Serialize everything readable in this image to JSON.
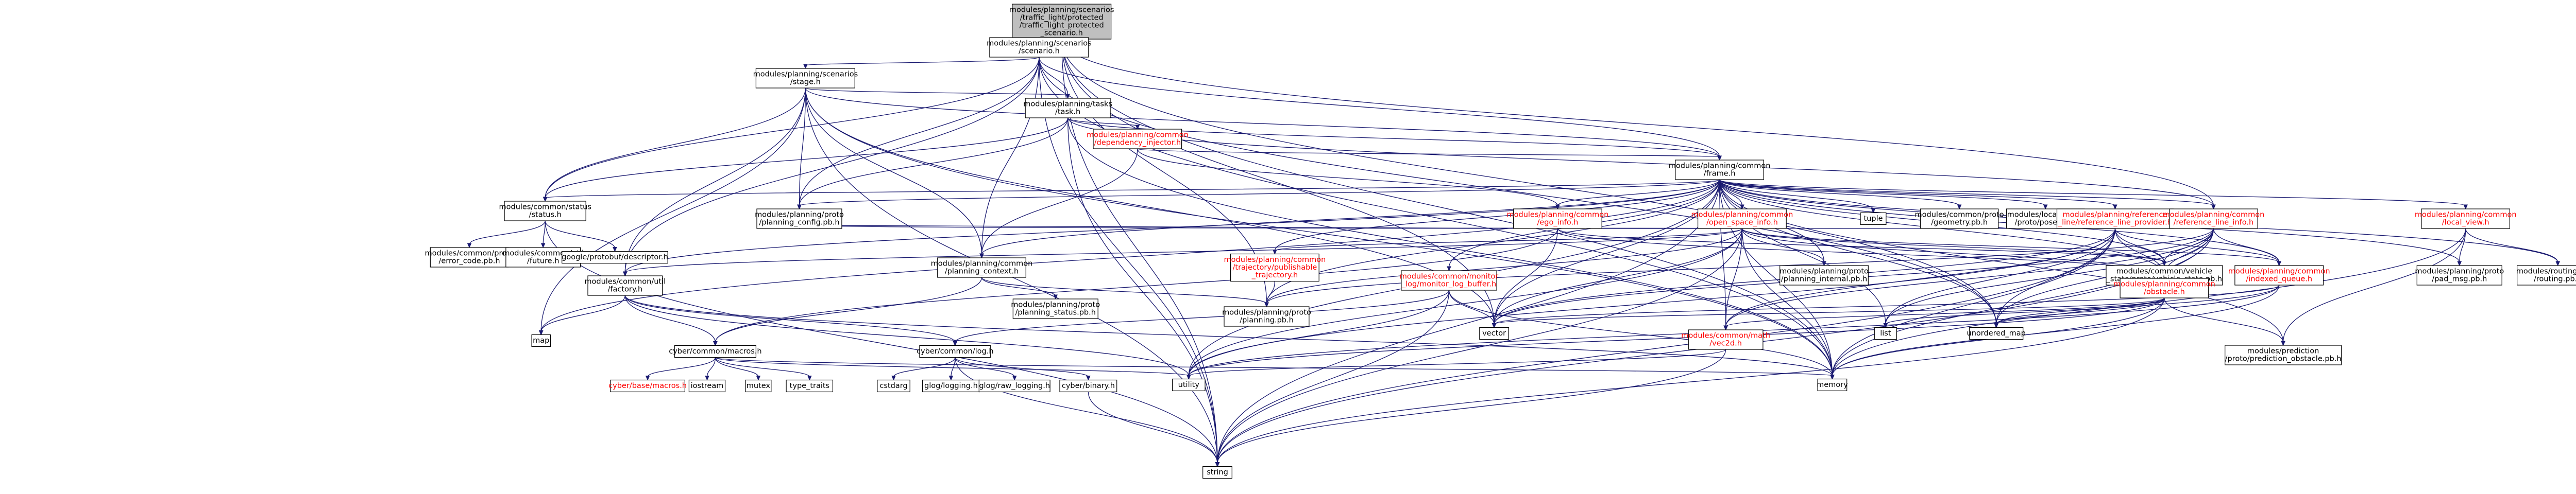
{
  "colors": {
    "edge": "#191970",
    "root_fill": "#bfbfbf",
    "node_fill": "#ffffff",
    "border_black": "#000000",
    "border_red": "#ff0000",
    "border_gray": "#bfbfbf"
  },
  "nodes": [
    {
      "id": "root",
      "style": "root",
      "lines": [
        "modules/planning/scenarios",
        "/traffic_light/protected",
        "/traffic_light_protected",
        "_scenario.h"
      ]
    },
    {
      "id": "scenario",
      "style": "black",
      "lines": [
        "modules/planning/scenarios",
        "/scenario.h"
      ]
    },
    {
      "id": "stage",
      "style": "black",
      "lines": [
        "modules/planning/scenarios",
        "/stage.h"
      ]
    },
    {
      "id": "task",
      "style": "black",
      "lines": [
        "modules/planning/tasks",
        "/task.h"
      ]
    },
    {
      "id": "depinj",
      "style": "red",
      "lines": [
        "modules/planning/common",
        "/dependency_injector.h"
      ]
    },
    {
      "id": "frame",
      "style": "black",
      "lines": [
        "modules/planning/common",
        "/frame.h"
      ]
    },
    {
      "id": "status",
      "style": "black",
      "lines": [
        "modules/common/status",
        "/status.h"
      ]
    },
    {
      "id": "factory",
      "style": "black",
      "lines": [
        "modules/common/util",
        "/factory.h"
      ]
    },
    {
      "id": "errcode",
      "style": "gray",
      "lines": [
        "modules/common/proto",
        "/error_code.pb.h"
      ]
    },
    {
      "id": "future",
      "style": "black",
      "lines": [
        "modules/common/util",
        "/future.h"
      ]
    },
    {
      "id": "gprotobuf",
      "style": "gray",
      "lines": [
        "google/protobuf/descriptor.h"
      ]
    },
    {
      "id": "pconfig",
      "style": "gray",
      "lines": [
        "modules/planning/proto",
        "/planning_config.pb.h"
      ]
    },
    {
      "id": "algo",
      "style": "red",
      "lines": [
        "modules/planning/common",
        "/ego_info.h"
      ]
    },
    {
      "id": "pubtraj",
      "style": "red",
      "lines": [
        "modules/planning/common",
        "/trajectory/publishable",
        "_trajectory.h"
      ]
    },
    {
      "id": "pcontext",
      "style": "black",
      "lines": [
        "modules/planning/common",
        "/planning_context.h"
      ]
    },
    {
      "id": "ospace",
      "style": "red",
      "lines": [
        "modules/planning/common",
        "/open_space_info.h"
      ]
    },
    {
      "id": "monlog",
      "style": "red",
      "lines": [
        "modules/common/monitor",
        "_log/monitor_log_buffer.h"
      ]
    },
    {
      "id": "tuple",
      "style": "gray",
      "lines": [
        "tuple"
      ]
    },
    {
      "id": "geom",
      "style": "gray",
      "lines": [
        "modules/common/proto",
        "/geometry.pb.h"
      ]
    },
    {
      "id": "pose",
      "style": "gray",
      "lines": [
        "modules/localization",
        "/proto/pose.pb.h"
      ]
    },
    {
      "id": "reflineprov",
      "style": "red",
      "lines": [
        "modules/planning/reference",
        "_line/reference_line_provider.h"
      ]
    },
    {
      "id": "reflineinfo",
      "style": "red",
      "lines": [
        "modules/planning/common",
        "/reference_line_info.h"
      ]
    },
    {
      "id": "localview",
      "style": "red",
      "lines": [
        "modules/planning/common",
        "/local_view.h"
      ]
    },
    {
      "id": "pinternal",
      "style": "gray",
      "lines": [
        "modules/planning/proto",
        "/planning_internal.pb.h"
      ]
    },
    {
      "id": "vstate",
      "style": "gray",
      "lines": [
        "modules/common/vehicle",
        "_state/proto/vehicle_state.pb.h"
      ]
    },
    {
      "id": "obstacle",
      "style": "red",
      "lines": [
        "modules/planning/common",
        "/obstacle.h"
      ]
    },
    {
      "id": "idxqueue",
      "style": "red",
      "lines": [
        "modules/planning/common",
        "/indexed_queue.h"
      ]
    },
    {
      "id": "padmsg",
      "style": "gray",
      "lines": [
        "modules/planning/proto",
        "/pad_msg.pb.h"
      ]
    },
    {
      "id": "routing",
      "style": "gray",
      "lines": [
        "modules/routing/proto",
        "/routing.pb.h"
      ]
    },
    {
      "id": "pstatus",
      "style": "gray",
      "lines": [
        "modules/planning/proto",
        "/planning_status.pb.h"
      ]
    },
    {
      "id": "planningpb",
      "style": "gray",
      "lines": [
        "modules/planning/proto",
        "/planning.pb.h"
      ]
    },
    {
      "id": "vec2d",
      "style": "red",
      "lines": [
        "modules/common/math",
        "/vec2d.h"
      ]
    },
    {
      "id": "vector",
      "style": "gray",
      "lines": [
        "vector"
      ]
    },
    {
      "id": "list",
      "style": "gray",
      "lines": [
        "list"
      ]
    },
    {
      "id": "umap",
      "style": "gray",
      "lines": [
        "unordered_map"
      ]
    },
    {
      "id": "predobs",
      "style": "gray",
      "lines": [
        "modules/prediction",
        "/proto/prediction_obstacle.pb.h"
      ]
    },
    {
      "id": "map",
      "style": "gray",
      "lines": [
        "map"
      ]
    },
    {
      "id": "cmacros",
      "style": "black",
      "lines": [
        "cyber/common/macros.h"
      ]
    },
    {
      "id": "clog",
      "style": "black",
      "lines": [
        "cyber/common/log.h"
      ]
    },
    {
      "id": "cbmacros",
      "style": "red",
      "lines": [
        "cyber/base/macros.h"
      ]
    },
    {
      "id": "iostream",
      "style": "gray",
      "lines": [
        "iostream"
      ]
    },
    {
      "id": "mutex",
      "style": "gray",
      "lines": [
        "mutex"
      ]
    },
    {
      "id": "typetraits",
      "style": "gray",
      "lines": [
        "type_traits"
      ]
    },
    {
      "id": "cstdarg",
      "style": "gray",
      "lines": [
        "cstdarg"
      ]
    },
    {
      "id": "glog",
      "style": "gray",
      "lines": [
        "glog/logging.h"
      ]
    },
    {
      "id": "glograw",
      "style": "gray",
      "lines": [
        "glog/raw_logging.h"
      ]
    },
    {
      "id": "cbinary",
      "style": "black",
      "lines": [
        "cyber/binary.h"
      ]
    },
    {
      "id": "utility",
      "style": "gray",
      "lines": [
        "utility"
      ]
    },
    {
      "id": "memory",
      "style": "gray",
      "lines": [
        "memory"
      ]
    },
    {
      "id": "string",
      "style": "gray",
      "lines": [
        "string"
      ]
    }
  ],
  "edges": [
    [
      "root",
      "scenario"
    ],
    [
      "root",
      "string"
    ],
    [
      "root",
      "memory"
    ],
    [
      "root",
      "vector"
    ],
    [
      "root",
      "umap"
    ],
    [
      "root",
      "reflineinfo"
    ],
    [
      "root",
      "planningpb"
    ],
    [
      "scenario",
      "stage"
    ],
    [
      "scenario",
      "task"
    ],
    [
      "scenario",
      "frame"
    ],
    [
      "scenario",
      "status"
    ],
    [
      "scenario",
      "factory"
    ],
    [
      "scenario",
      "pconfig"
    ],
    [
      "scenario",
      "pcontext"
    ],
    [
      "scenario",
      "memory"
    ],
    [
      "scenario",
      "string"
    ],
    [
      "scenario",
      "umap"
    ],
    [
      "stage",
      "task"
    ],
    [
      "stage",
      "frame"
    ],
    [
      "stage",
      "status"
    ],
    [
      "stage",
      "factory"
    ],
    [
      "stage",
      "pconfig"
    ],
    [
      "stage",
      "pcontext"
    ],
    [
      "stage",
      "map"
    ],
    [
      "stage",
      "memory"
    ],
    [
      "stage",
      "string"
    ],
    [
      "stage",
      "vector"
    ],
    [
      "task",
      "depinj"
    ],
    [
      "task",
      "frame"
    ],
    [
      "task",
      "status"
    ],
    [
      "task",
      "pconfig"
    ],
    [
      "task",
      "reflineinfo"
    ],
    [
      "task",
      "memory"
    ],
    [
      "task",
      "string"
    ],
    [
      "depinj",
      "frame"
    ],
    [
      "depinj",
      "algo"
    ],
    [
      "depinj",
      "pcontext"
    ],
    [
      "frame",
      "status"
    ],
    [
      "frame",
      "factory"
    ],
    [
      "frame",
      "pconfig"
    ],
    [
      "frame",
      "algo"
    ],
    [
      "frame",
      "pubtraj"
    ],
    [
      "frame",
      "pcontext"
    ],
    [
      "frame",
      "ospace"
    ],
    [
      "frame",
      "monlog"
    ],
    [
      "frame",
      "tuple"
    ],
    [
      "frame",
      "geom"
    ],
    [
      "frame",
      "pose"
    ],
    [
      "frame",
      "reflineprov"
    ],
    [
      "frame",
      "reflineinfo"
    ],
    [
      "frame",
      "localview"
    ],
    [
      "frame",
      "pinternal"
    ],
    [
      "frame",
      "vstate"
    ],
    [
      "frame",
      "obstacle"
    ],
    [
      "frame",
      "idxqueue"
    ],
    [
      "frame",
      "padmsg"
    ],
    [
      "frame",
      "routing"
    ],
    [
      "frame",
      "planningpb"
    ],
    [
      "frame",
      "vec2d"
    ],
    [
      "frame",
      "vector"
    ],
    [
      "frame",
      "list"
    ],
    [
      "frame",
      "map"
    ],
    [
      "frame",
      "memory"
    ],
    [
      "frame",
      "string"
    ],
    [
      "frame",
      "predobs"
    ],
    [
      "frame",
      "umap"
    ],
    [
      "frame",
      "utility"
    ],
    [
      "status",
      "errcode"
    ],
    [
      "status",
      "future"
    ],
    [
      "status",
      "gprotobuf"
    ],
    [
      "status",
      "string"
    ],
    [
      "factory",
      "cmacros"
    ],
    [
      "factory",
      "clog"
    ],
    [
      "factory",
      "map"
    ],
    [
      "factory",
      "memory"
    ],
    [
      "factory",
      "utility"
    ],
    [
      "algo",
      "cmacros"
    ],
    [
      "algo",
      "vstate"
    ],
    [
      "algo",
      "obstacle"
    ],
    [
      "algo",
      "vector"
    ],
    [
      "pubtraj",
      "planningpb"
    ],
    [
      "pcontext",
      "cmacros"
    ],
    [
      "pcontext",
      "pstatus"
    ],
    [
      "pcontext",
      "planningpb"
    ],
    [
      "ospace",
      "pubtraj"
    ],
    [
      "ospace",
      "vstate"
    ],
    [
      "ospace",
      "obstacle"
    ],
    [
      "ospace",
      "idxqueue"
    ],
    [
      "ospace",
      "pinternal"
    ],
    [
      "ospace",
      "planningpb"
    ],
    [
      "ospace",
      "vec2d"
    ],
    [
      "ospace",
      "vector"
    ],
    [
      "ospace",
      "string"
    ],
    [
      "ospace",
      "memory"
    ],
    [
      "ospace",
      "utility"
    ],
    [
      "ospace",
      "factory"
    ],
    [
      "ospace",
      "pconfig"
    ],
    [
      "monlog",
      "clog"
    ],
    [
      "monlog",
      "vector"
    ],
    [
      "monlog",
      "memory"
    ],
    [
      "monlog",
      "string"
    ],
    [
      "monlog",
      "utility"
    ],
    [
      "reflineprov",
      "vstate"
    ],
    [
      "reflineprov",
      "obstacle"
    ],
    [
      "reflineprov",
      "idxqueue"
    ],
    [
      "reflineprov",
      "vec2d"
    ],
    [
      "reflineprov",
      "vector"
    ],
    [
      "reflineprov",
      "list"
    ],
    [
      "reflineprov",
      "memory"
    ],
    [
      "reflineprov",
      "string"
    ],
    [
      "reflineprov",
      "umap"
    ],
    [
      "reflineprov",
      "utility"
    ],
    [
      "reflineprov",
      "pconfig"
    ],
    [
      "reflineinfo",
      "vstate"
    ],
    [
      "reflineinfo",
      "obstacle"
    ],
    [
      "reflineinfo",
      "idxqueue"
    ],
    [
      "reflineinfo",
      "vec2d"
    ],
    [
      "reflineinfo",
      "vector"
    ],
    [
      "reflineinfo",
      "list"
    ],
    [
      "reflineinfo",
      "memory"
    ],
    [
      "reflineinfo",
      "string"
    ],
    [
      "reflineinfo",
      "umap"
    ],
    [
      "reflineinfo",
      "planningpb"
    ],
    [
      "localview",
      "padmsg"
    ],
    [
      "localview",
      "routing"
    ],
    [
      "localview",
      "predobs"
    ],
    [
      "localview",
      "memory"
    ],
    [
      "obstacle",
      "vec2d"
    ],
    [
      "obstacle",
      "vector"
    ],
    [
      "obstacle",
      "list"
    ],
    [
      "obstacle",
      "memory"
    ],
    [
      "obstacle",
      "string"
    ],
    [
      "obstacle",
      "umap"
    ],
    [
      "obstacle",
      "predobs"
    ],
    [
      "obstacle",
      "utility"
    ],
    [
      "idxqueue",
      "memory"
    ],
    [
      "idxqueue",
      "umap"
    ],
    [
      "idxqueue",
      "vector"
    ],
    [
      "idxqueue",
      "utility"
    ],
    [
      "vec2d",
      "string"
    ],
    [
      "vec2d",
      "utility"
    ],
    [
      "cmacros",
      "cbmacros"
    ],
    [
      "cmacros",
      "iostream"
    ],
    [
      "cmacros",
      "mutex"
    ],
    [
      "cmacros",
      "typetraits"
    ],
    [
      "cmacros",
      "memory"
    ],
    [
      "cmacros",
      "utility"
    ],
    [
      "clog",
      "cstdarg"
    ],
    [
      "clog",
      "glog"
    ],
    [
      "clog",
      "glograw"
    ],
    [
      "clog",
      "cbinary"
    ],
    [
      "clog",
      "string"
    ],
    [
      "cbinary",
      "string"
    ]
  ]
}
